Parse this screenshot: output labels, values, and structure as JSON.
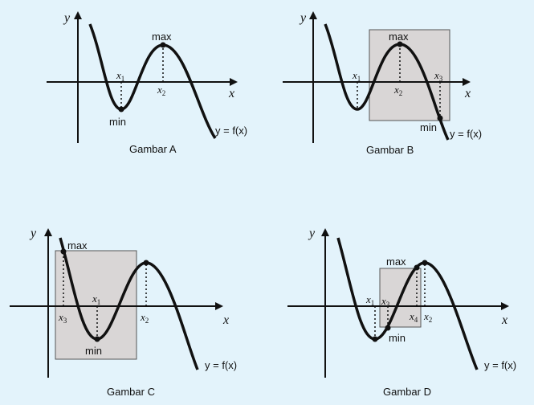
{
  "colors": {
    "background": "#e3f3fb",
    "box_fill": "#d9d6d6",
    "box_stroke": "#555555",
    "ink": "#111111"
  },
  "panels": [
    {
      "caption": "Gambar A",
      "axis_x": "x",
      "axis_y": "y",
      "func_label": "y = f(x)",
      "points": [
        {
          "type": "min",
          "label": "min",
          "x_var": "x",
          "x_sub": "1"
        },
        {
          "type": "max",
          "label": "max",
          "x_var": "x",
          "x_sub": "2"
        }
      ]
    },
    {
      "caption": "Gambar B",
      "axis_x": "x",
      "axis_y": "y",
      "func_label": "y = f(x)",
      "points": [
        {
          "type": "min",
          "x_var": "x",
          "x_sub": "1"
        },
        {
          "type": "max",
          "label": "max",
          "x_var": "x",
          "x_sub": "2"
        },
        {
          "type": "end",
          "label": "min",
          "x_var": "x",
          "x_sub": "3"
        }
      ]
    },
    {
      "caption": "Gambar C",
      "axis_x": "x",
      "axis_y": "y",
      "func_label": "y = f(x)",
      "points": [
        {
          "type": "start",
          "label": "max",
          "x_var": "x",
          "x_sub": "3"
        },
        {
          "type": "min",
          "label": "min",
          "x_var": "x",
          "x_sub": "1"
        },
        {
          "type": "max",
          "x_var": "x",
          "x_sub": "2"
        }
      ]
    },
    {
      "caption": "Gambar D",
      "axis_x": "x",
      "axis_y": "y",
      "func_label": "y = f(x)",
      "points": [
        {
          "type": "min",
          "x_var": "x",
          "x_sub": "1"
        },
        {
          "type": "start",
          "label": "min",
          "x_var": "x",
          "x_sub": "3"
        },
        {
          "type": "end",
          "label": "max",
          "x_var": "x",
          "x_sub": "4"
        },
        {
          "type": "max",
          "x_var": "x",
          "x_sub": "2"
        }
      ]
    }
  ]
}
